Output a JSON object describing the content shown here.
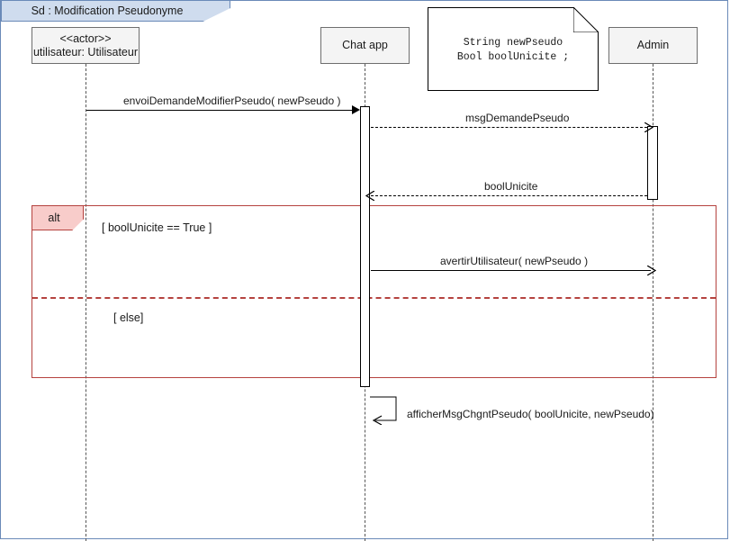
{
  "diagram": {
    "kind": "uml-sequence-diagram",
    "title": "Sd :  Modification Pseudonyme",
    "colors": {
      "frame_border": "#6a8ab8",
      "title_banner_fill": "#cfdcee",
      "participant_fill": "#f4f4f4",
      "participant_border": "#6e6e6e",
      "fragment_border": "#b5433f",
      "fragment_tag_fill": "#f8ccca",
      "line": "#000000",
      "lifeline": "#555555"
    }
  },
  "participants": [
    {
      "id": "actor",
      "stereotype": "<<actor>>",
      "label": "utilisateur: Utilisateur"
    },
    {
      "id": "chat",
      "stereotype": "",
      "label": "Chat app"
    },
    {
      "id": "admin",
      "stereotype": "",
      "label": "Admin"
    }
  ],
  "note": {
    "line1": "String newPseudo",
    "line2": "Bool boolUnicite ;"
  },
  "messages": [
    {
      "id": "m1",
      "label": "envoiDemandeModifierPseudo( newPseudo )",
      "from": "actor",
      "to": "chat",
      "style": "solid",
      "arrow": "filled"
    },
    {
      "id": "m2",
      "label": "msgDemandePseudo",
      "from": "chat",
      "to": "admin",
      "style": "dashed",
      "arrow": "open"
    },
    {
      "id": "m3",
      "label": "boolUnicite",
      "from": "admin",
      "to": "chat",
      "style": "dashed",
      "arrow": "open"
    },
    {
      "id": "m4",
      "label": "avertirUtilisateur( newPseudo )",
      "from": "chat",
      "to": "admin",
      "style": "solid",
      "arrow": "open"
    },
    {
      "id": "m5",
      "label": "afficherMsgChgntPseudo( boolUnicite, newPseudo)",
      "from": "chat",
      "to": "chat",
      "style": "solid",
      "arrow": "open"
    }
  ],
  "fragment": {
    "operator": "alt",
    "guards": [
      {
        "id": "g1",
        "text": "[ boolUnicite == True ]"
      },
      {
        "id": "g2",
        "text": "[ else]"
      }
    ]
  }
}
